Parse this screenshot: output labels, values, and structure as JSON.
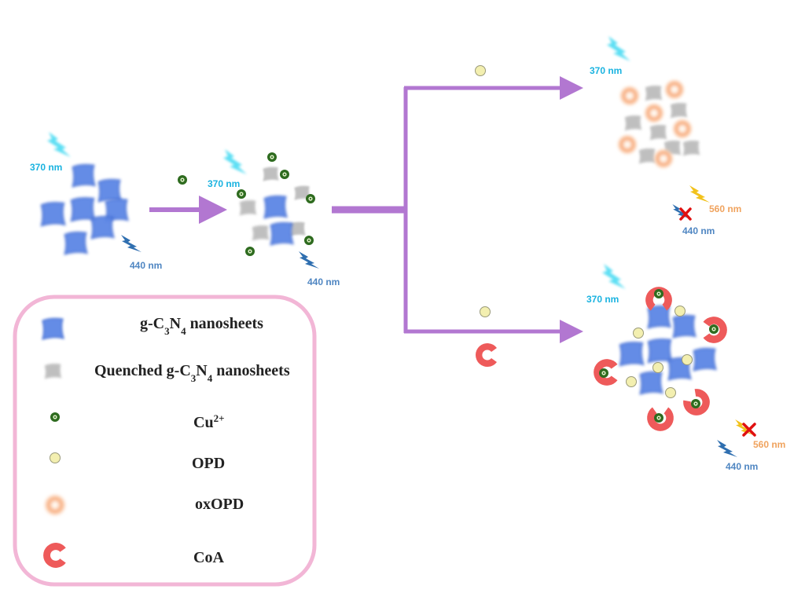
{
  "colors": {
    "nanosheet": "#5b86e5",
    "quenched": "#b9b9b9",
    "cu": "#2e6b1f",
    "opd": "#f3efb0",
    "oxopd": "#f4a071",
    "coa": "#ee5a5a",
    "arrow": "#b277d1",
    "legend_border": "#f2b6d6",
    "label_370": "#1ab3e0",
    "label_440": "#4f86c2",
    "label_560": "#f0a35e",
    "cross": "#e01010"
  },
  "icons": [
    "lightning-bolt-icon",
    "cross-icon"
  ],
  "labels": {
    "w370": "370 nm",
    "w440": "440 nm",
    "w560": "560 nm"
  },
  "legend": {
    "sheet": "g-C3N4 nanosheets",
    "quenched": "Quenched g-C3N4 nanosheets",
    "cu": "Cu2+",
    "opd": "OPD",
    "oxopd": "oxOPD",
    "coa": "CoA"
  }
}
